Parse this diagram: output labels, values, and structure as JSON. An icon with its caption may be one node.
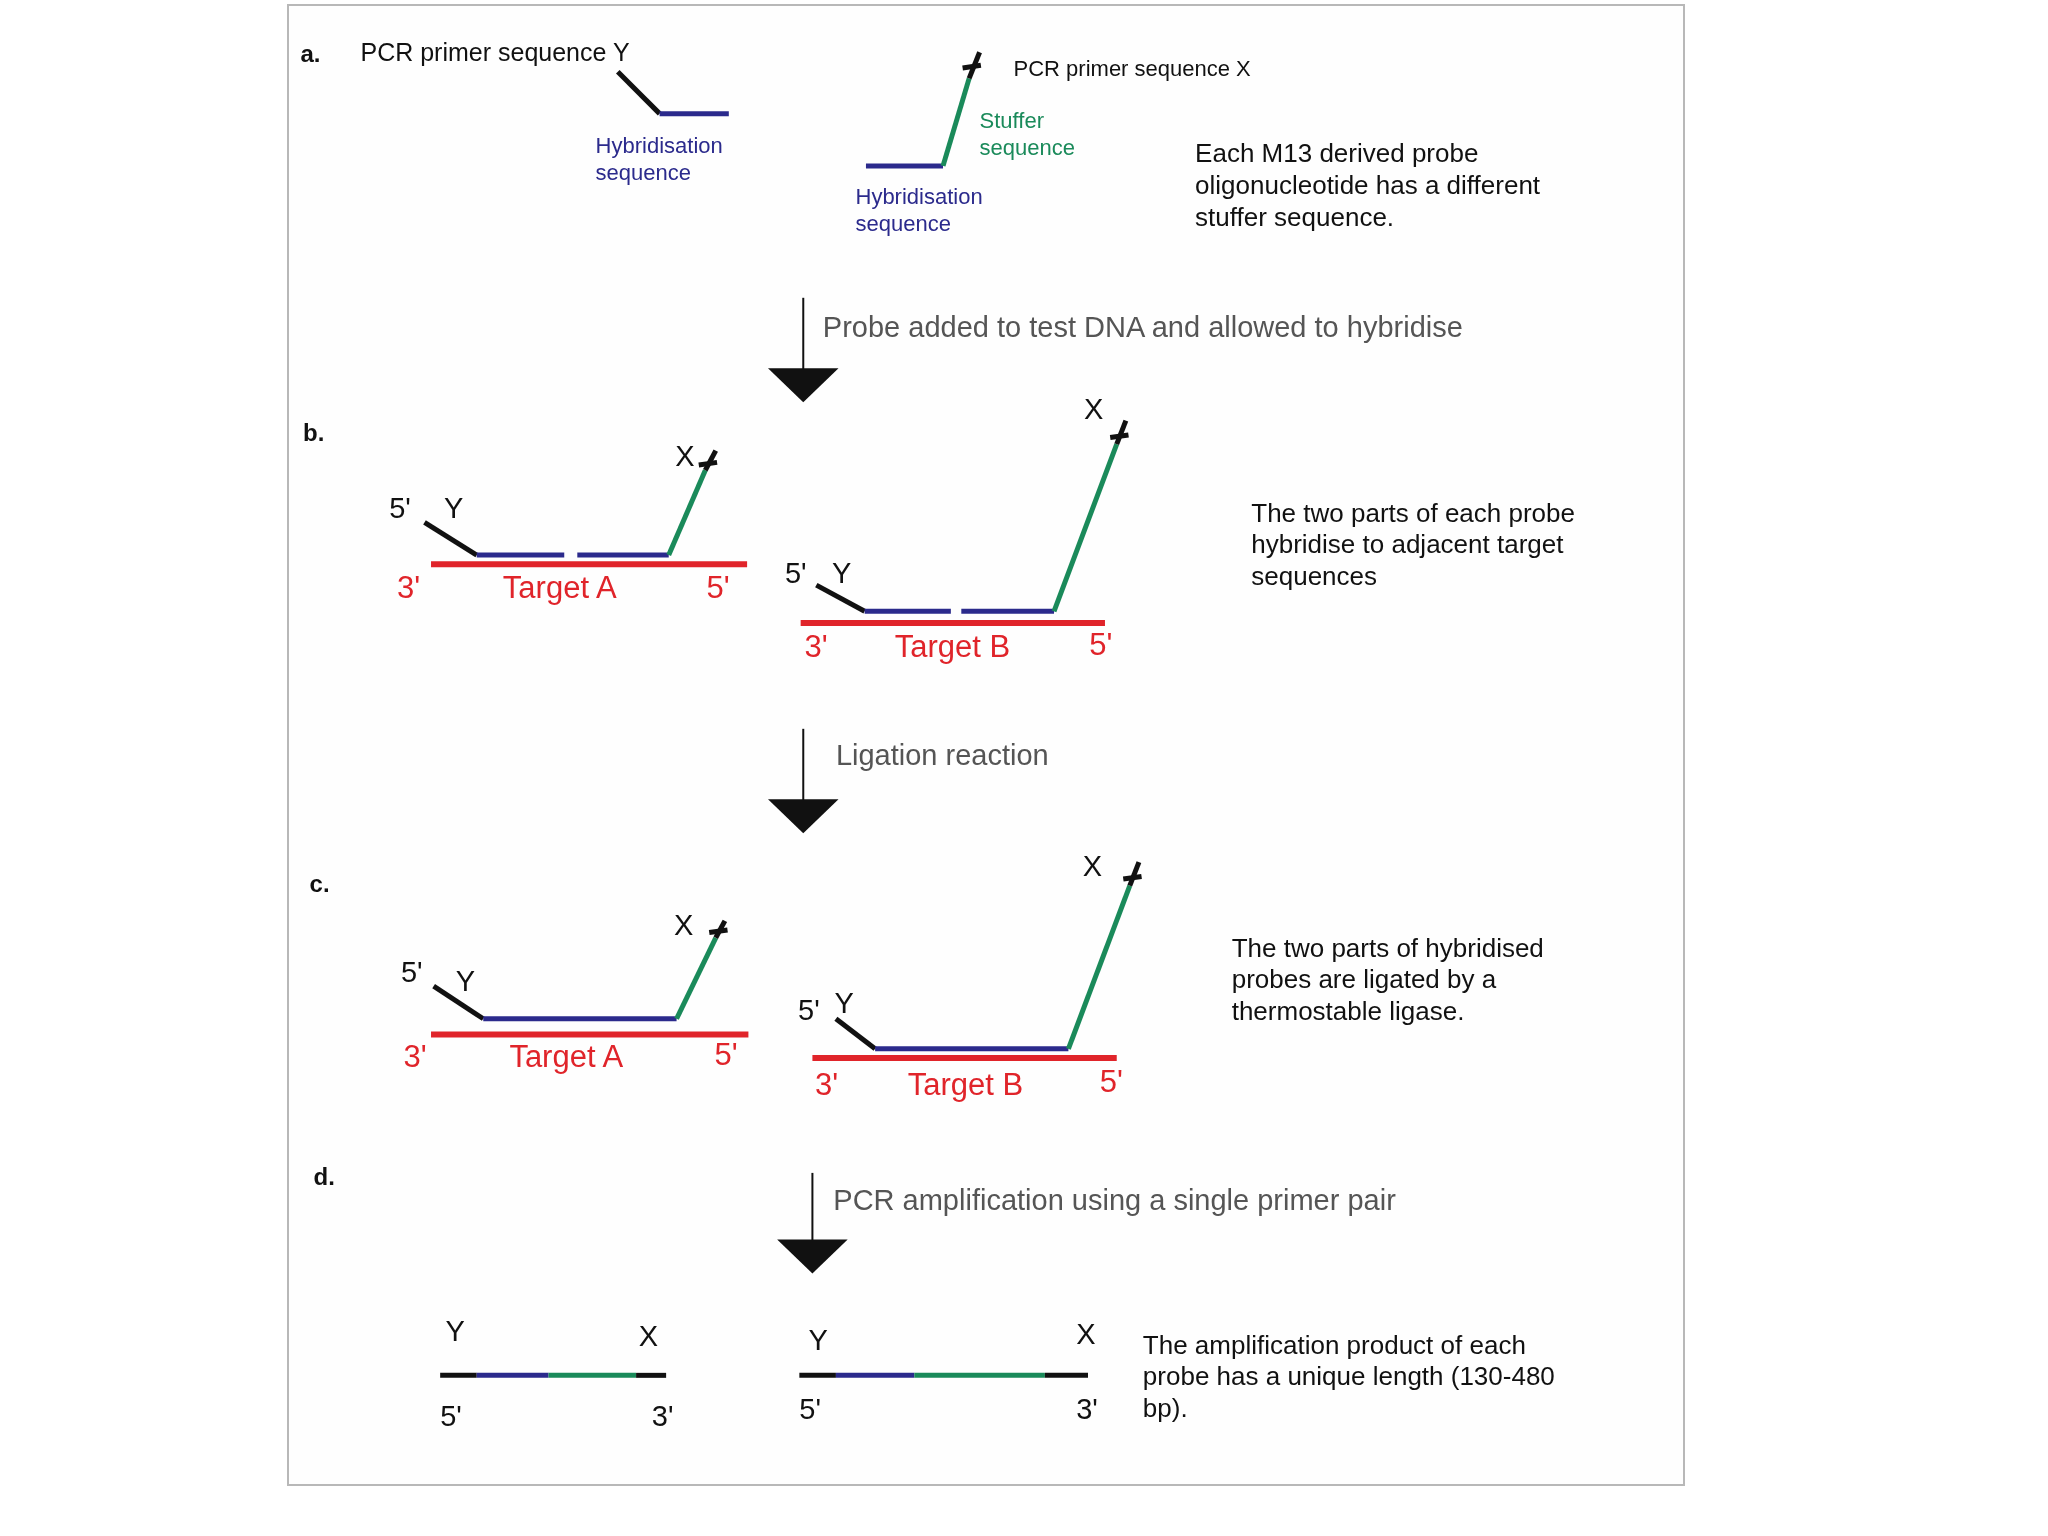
{
  "diagram": {
    "labels": [
      "a.",
      "PCR primer sequence Y",
      "PCR primer sequence X",
      "Hybridisation sequence",
      "Stuffer sequence",
      "Hybridisation sequence",
      "Each M13 derived probe oligonucleotide has a different stuffer sequence.",
      "Probe added to test DNA and allowed to hybridise",
      "b.",
      "X",
      "5'",
      "Y",
      "3'",
      "Target A",
      "5'",
      "X",
      "5'",
      "Y",
      "3'",
      "Target B",
      "5'",
      "The two parts of each probe hybridise to adjacent target sequences",
      "Ligation  reaction",
      "c.",
      "X",
      "5'",
      "Y",
      "3'",
      "Target A",
      "5'",
      "X",
      "5'",
      "Y",
      "3'",
      "Target B",
      "5'",
      "The two parts of hybridised probes are ligated by a thermostable ligase.",
      "d.",
      "PCR amplification using a single  primer pair",
      "Y",
      "X",
      "5'",
      "3'",
      "Y",
      "X",
      "5'",
      "3'",
      "The amplification product of each probe has a unique length (130-480 bp)."
    ]
  }
}
